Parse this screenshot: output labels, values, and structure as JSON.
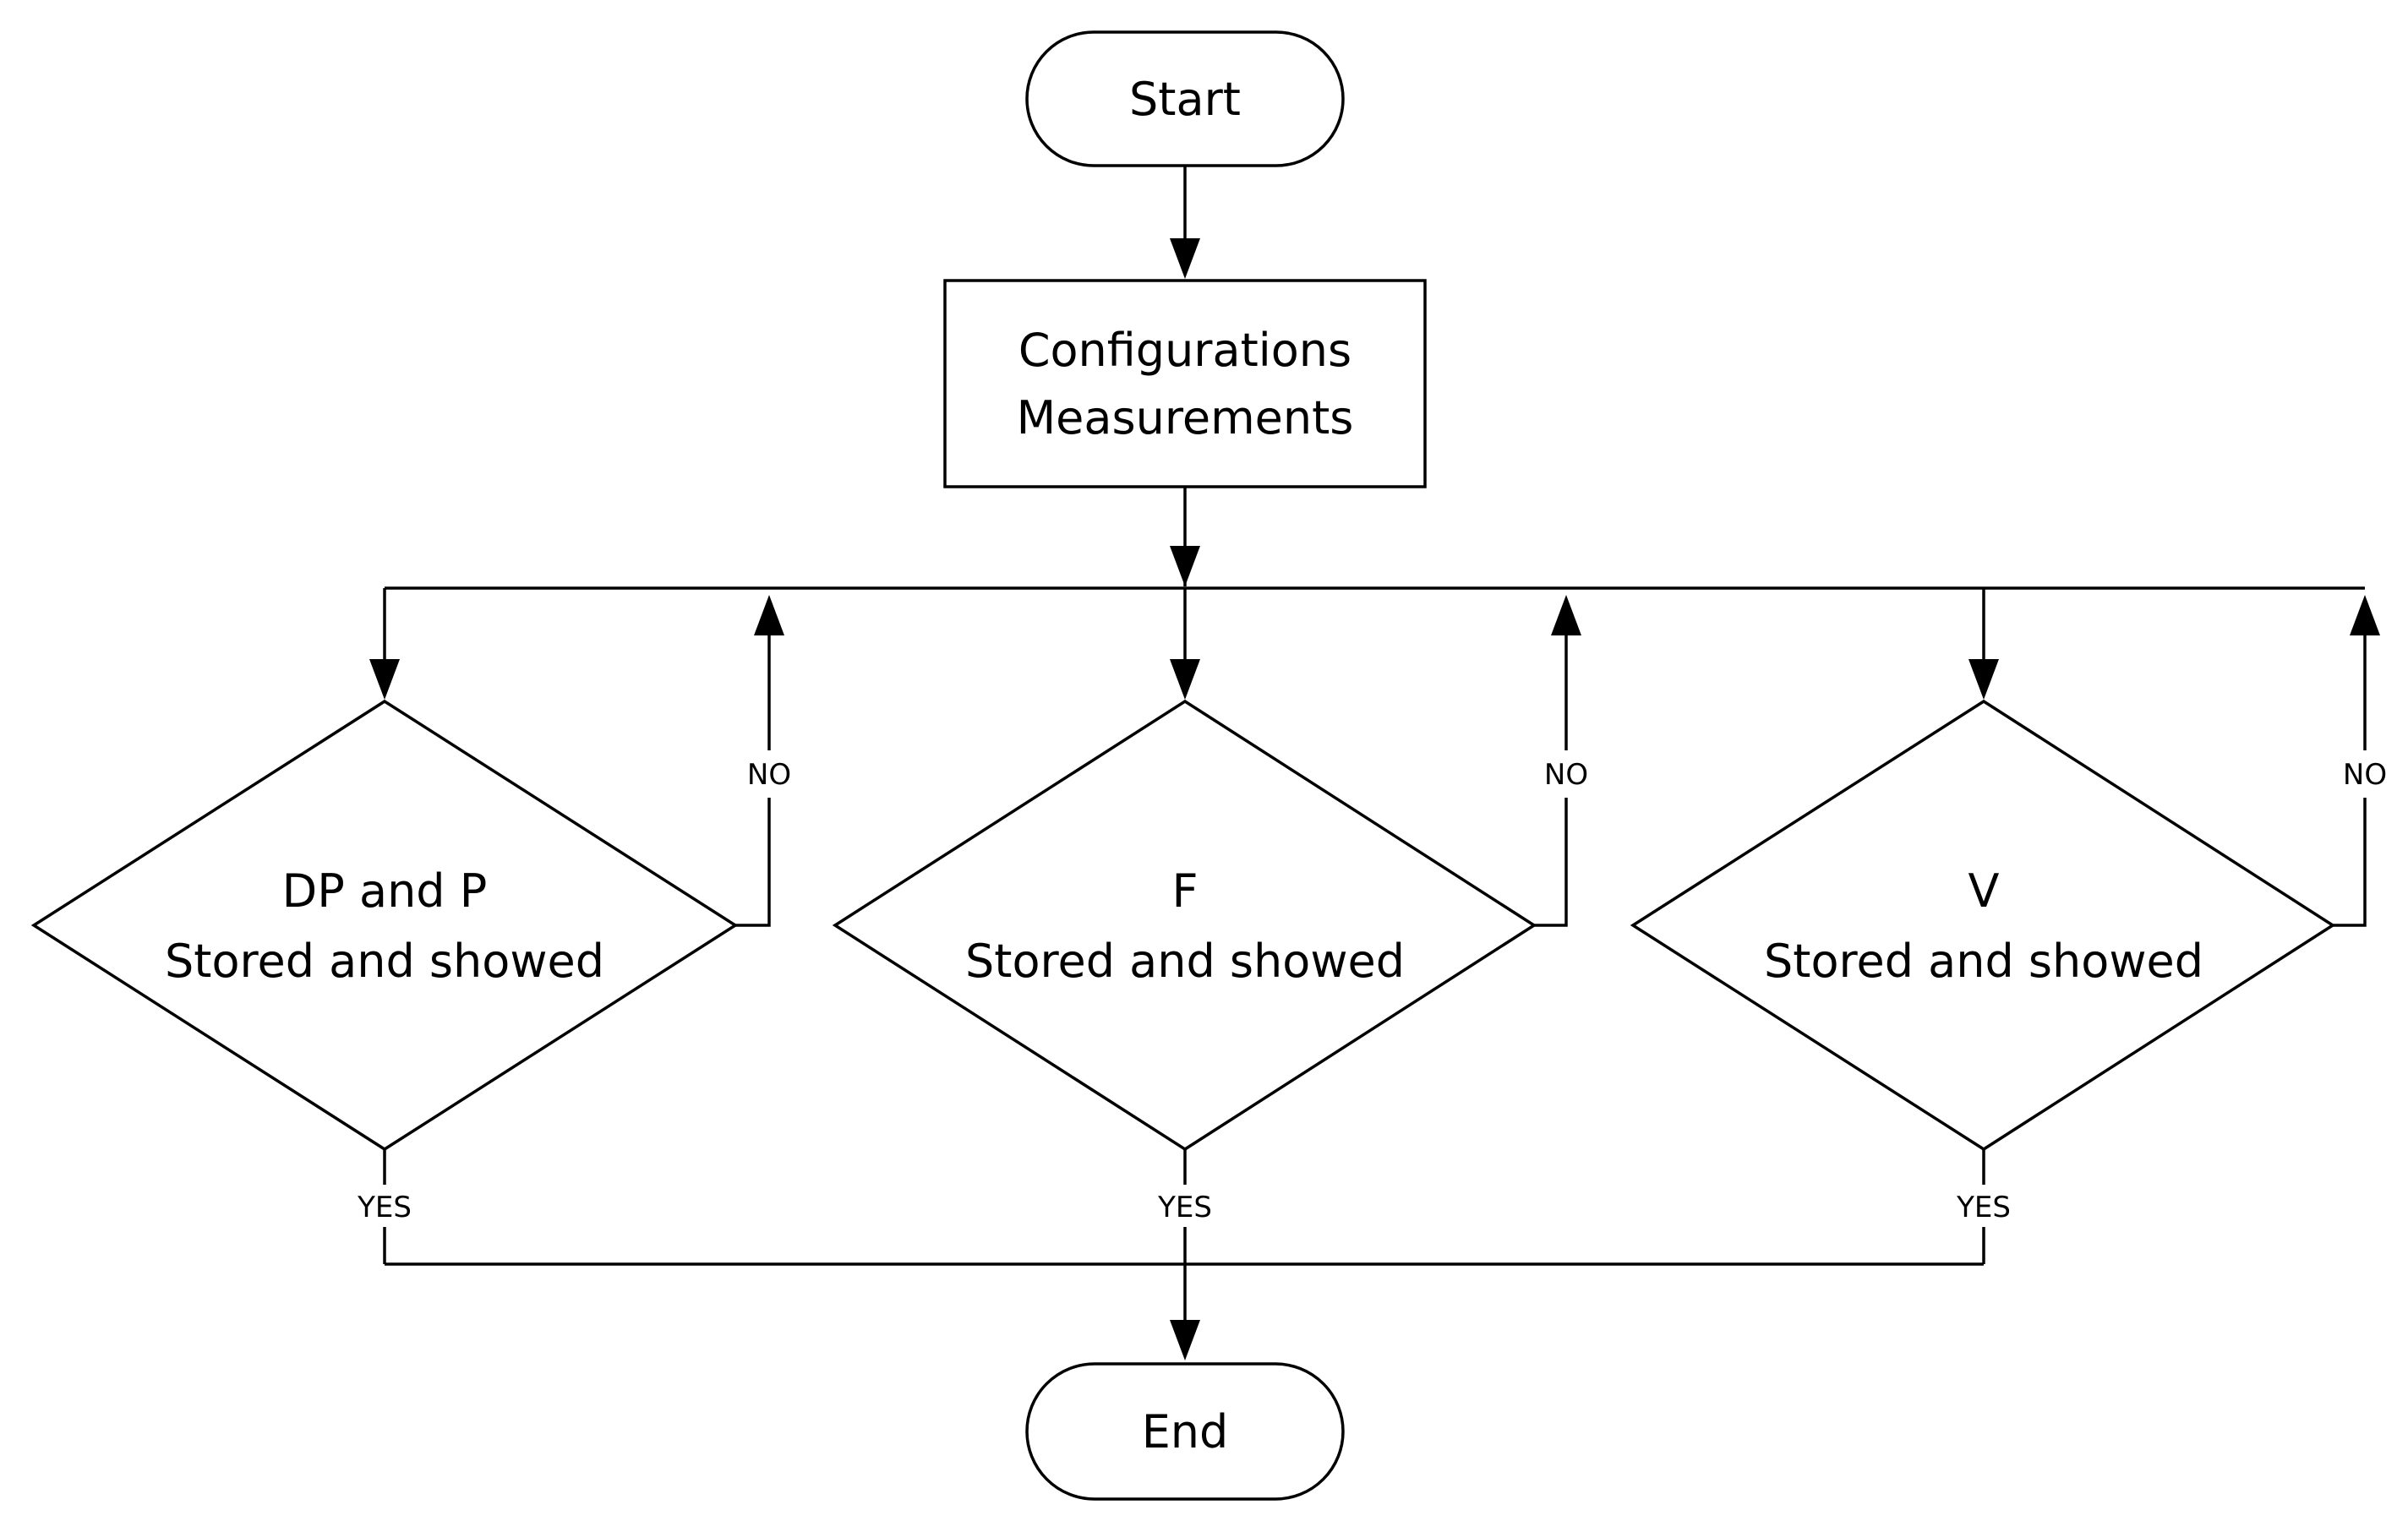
{
  "nodes": {
    "start": {
      "label": "Start"
    },
    "config": {
      "line1": "Configurations",
      "line2": "Measurements"
    },
    "decision_dp": {
      "line1": "DP and P",
      "line2": "Stored and showed"
    },
    "decision_f": {
      "line1": "F",
      "line2": "Stored and showed"
    },
    "decision_v": {
      "line1": "V",
      "line2": "Stored and showed"
    },
    "end": {
      "label": "End"
    }
  },
  "edge_labels": {
    "no": "NO",
    "yes": "YES"
  },
  "colors": {
    "stroke": "#000000",
    "fill": "#ffffff",
    "background": "#ffffff"
  }
}
